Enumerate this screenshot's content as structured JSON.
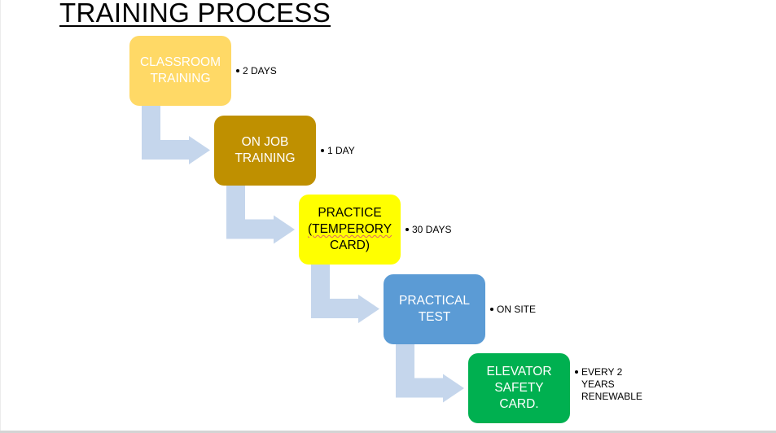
{
  "title": "TRAINING PROCESS",
  "steps": [
    {
      "label": "CLASSROOM\nTRAINING",
      "note": "2 DAYS",
      "fill": "#FFD966",
      "text_color": "#FFFFFF"
    },
    {
      "label": "ON JOB\nTRAINING",
      "note": "1 DAY",
      "fill": "#BF9000",
      "text_color": "#FFFFFF"
    },
    {
      "label": "PRACTICE\n(TEMPERORY\nCARD)",
      "note": "30 DAYS",
      "fill": "#FFFF00",
      "text_color": "#000000"
    },
    {
      "label": "PRACTICAL\nTEST",
      "note": "ON SITE",
      "fill": "#5B9BD5",
      "text_color": "#FFFFFF"
    },
    {
      "label": "ELEVATOR\nSAFETY\nCARD.",
      "note": "EVERY 2\nYEARS\nRENEWABLE",
      "fill": "#00B050",
      "text_color": "#FFFFFF"
    }
  ],
  "connector_color": "#C5D6EC"
}
